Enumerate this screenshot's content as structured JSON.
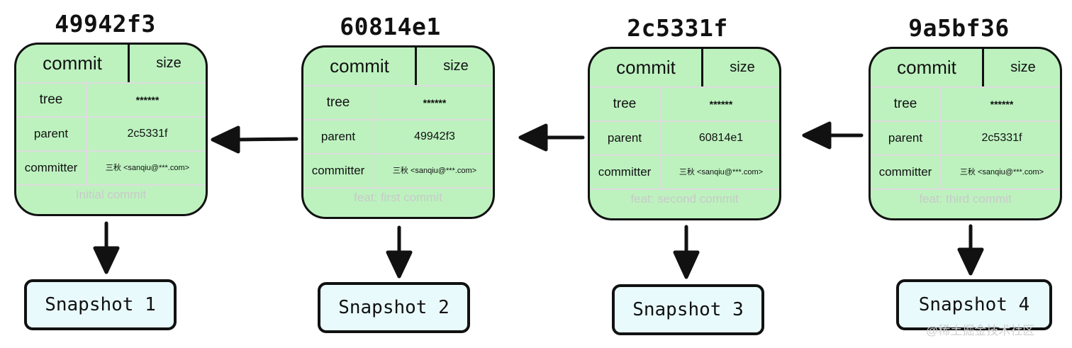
{
  "commits": [
    {
      "hash": "49942f3",
      "header_commit": "commit",
      "header_size": "size",
      "tree_label": "tree",
      "tree_value": "******",
      "parent_label": "parent",
      "parent_value": "2c5331f",
      "committer_label": "committer",
      "committer_value": "三秋 <sanqiu@***.com>",
      "message": "Initial commit",
      "snapshot": "Snapshot 1"
    },
    {
      "hash": "60814e1",
      "header_commit": "commit",
      "header_size": "size",
      "tree_label": "tree",
      "tree_value": "******",
      "parent_label": "parent",
      "parent_value": "49942f3",
      "committer_label": "committer",
      "committer_value": "三秋 <sanqiu@***.com>",
      "message": "feat: first commit",
      "snapshot": "Snapshot 2"
    },
    {
      "hash": "2c5331f",
      "header_commit": "commit",
      "header_size": "size",
      "tree_label": "tree",
      "tree_value": "******",
      "parent_label": "parent",
      "parent_value": "60814e1",
      "committer_label": "committer",
      "committer_value": "三秋 <sanqiu@***.com>",
      "message": "feat: second commit",
      "snapshot": "Snapshot 3"
    },
    {
      "hash": "9a5bf36",
      "header_commit": "commit",
      "header_size": "size",
      "tree_label": "tree",
      "tree_value": "******",
      "parent_label": "parent",
      "parent_value": "2c5331f",
      "committer_label": "committer",
      "committer_value": "三秋 <sanqiu@***.com>",
      "message": "feat: third commit",
      "snapshot": "Snapshot 4"
    }
  ],
  "watermark": "@稀土掘金技术社区",
  "colors": {
    "card_fill": "#bdf2bf",
    "snapshot_fill": "#e9fafd",
    "outline": "#111111",
    "message_text": "#c9c9c9"
  }
}
